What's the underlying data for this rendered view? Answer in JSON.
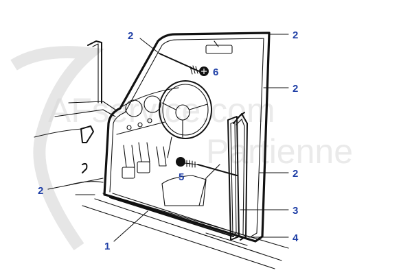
{
  "watermark": {
    "line1": "AFservice.com",
    "line2": "Partienne"
  },
  "callouts": {
    "c2_top_left": "2",
    "c2_top_right": "2",
    "c2_right_upper": "2",
    "c2_right_lower": "2",
    "c2_left": "2",
    "c6": "6",
    "c5": "5",
    "c3": "3",
    "c4": "4",
    "c1": "1"
  },
  "colors": {
    "callout": "#1f3fa6",
    "ink": "#111111",
    "watermark": "#d9d9d9"
  }
}
